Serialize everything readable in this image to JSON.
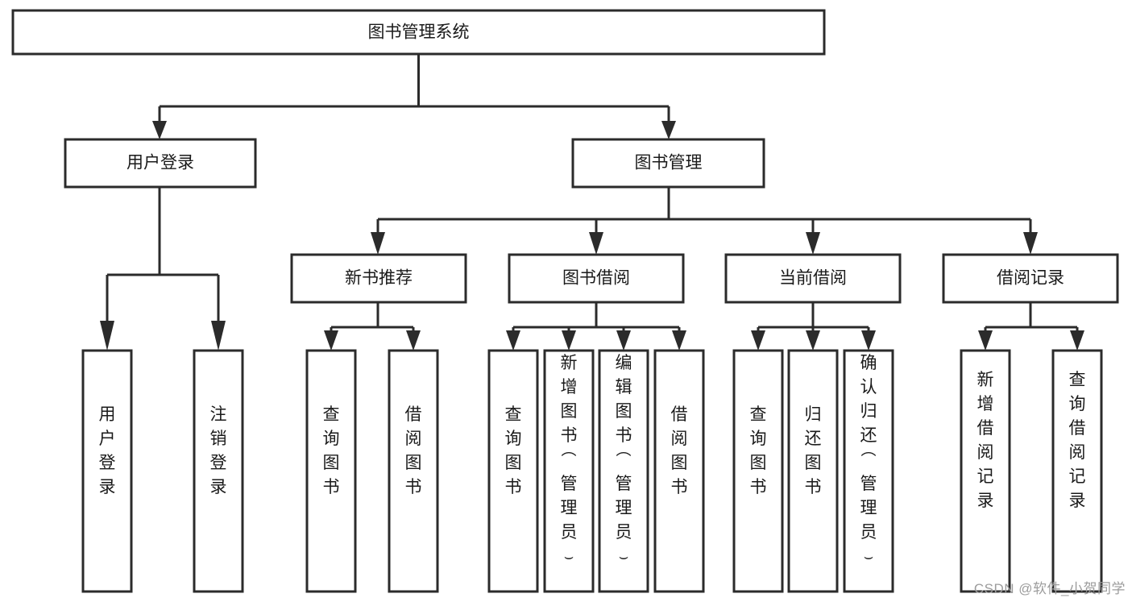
{
  "diagram": {
    "title": "图书管理系统",
    "type": "tree-hierarchy-diagram",
    "watermark": "CSDN @软件_小贺同学",
    "colors": {
      "stroke": "#2b2b2b",
      "fill": "#ffffff",
      "text": "#1a1a1a",
      "watermark": "#9c9c9c",
      "background": "#ffffff"
    },
    "nodes": {
      "root": {
        "label": "图书管理系统"
      },
      "level2": [
        {
          "id": "user-login",
          "label": "用户登录"
        },
        {
          "id": "book-management",
          "label": "图书管理"
        }
      ],
      "level3": [
        {
          "id": "new-book-recommend",
          "label": "新书推荐"
        },
        {
          "id": "book-borrow",
          "label": "图书借阅"
        },
        {
          "id": "current-borrow",
          "label": "当前借阅"
        },
        {
          "id": "borrow-record",
          "label": "借阅记录"
        }
      ],
      "leaves": {
        "user-login": [
          {
            "id": "leaf-user-login",
            "label": "用户登录"
          },
          {
            "id": "leaf-user-logout",
            "label": "注销登录"
          }
        ],
        "new-book-recommend": [
          {
            "id": "leaf-query-book-1",
            "label": "查询图书"
          },
          {
            "id": "leaf-borrow-book-1",
            "label": "借阅图书"
          }
        ],
        "book-borrow": [
          {
            "id": "leaf-query-book-2",
            "label": "查询图书"
          },
          {
            "id": "leaf-add-book",
            "label": "新增图书（管理员）"
          },
          {
            "id": "leaf-edit-book",
            "label": "编辑图书（管理员）"
          },
          {
            "id": "leaf-borrow-book-2",
            "label": "借阅图书"
          }
        ],
        "current-borrow": [
          {
            "id": "leaf-query-book-3",
            "label": "查询图书"
          },
          {
            "id": "leaf-return-book",
            "label": "归还图书"
          },
          {
            "id": "leaf-confirm-return",
            "label": "确认归还（管理员）"
          }
        ],
        "borrow-record": [
          {
            "id": "leaf-add-record",
            "label": "新增借阅记录"
          },
          {
            "id": "leaf-query-record",
            "label": "查询借阅记录"
          }
        ]
      }
    },
    "edges": [
      {
        "from": "图书管理系统",
        "to": "用户登录"
      },
      {
        "from": "图书管理系统",
        "to": "图书管理"
      },
      {
        "from": "用户登录",
        "to": "用户登录"
      },
      {
        "from": "用户登录",
        "to": "注销登录"
      },
      {
        "from": "图书管理",
        "to": "新书推荐"
      },
      {
        "from": "图书管理",
        "to": "图书借阅"
      },
      {
        "from": "图书管理",
        "to": "当前借阅"
      },
      {
        "from": "图书管理",
        "to": "借阅记录"
      },
      {
        "from": "新书推荐",
        "to": "查询图书"
      },
      {
        "from": "新书推荐",
        "to": "借阅图书"
      },
      {
        "from": "图书借阅",
        "to": "查询图书"
      },
      {
        "from": "图书借阅",
        "to": "新增图书（管理员）"
      },
      {
        "from": "图书借阅",
        "to": "编辑图书（管理员）"
      },
      {
        "from": "图书借阅",
        "to": "借阅图书"
      },
      {
        "from": "当前借阅",
        "to": "查询图书"
      },
      {
        "from": "当前借阅",
        "to": "归还图书"
      },
      {
        "from": "当前借阅",
        "to": "确认归还（管理员）"
      },
      {
        "from": "借阅记录",
        "to": "新增借阅记录"
      },
      {
        "from": "借阅记录",
        "to": "查询借阅记录"
      }
    ]
  }
}
